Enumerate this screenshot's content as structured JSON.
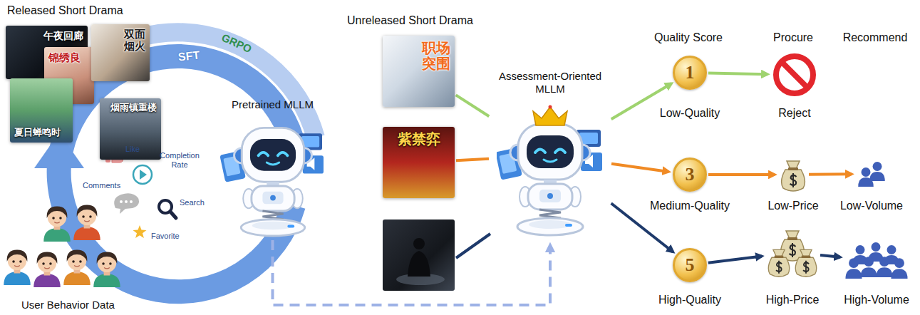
{
  "diagram": {
    "nodes": [
      {
        "text": [
          "午夜回廊"
        ]
      },
      {
        "text": [
          "锦绣良"
        ]
      },
      {
        "text": [
          "双面烟火"
        ]
      },
      {
        "text": [
          "夏日蝉鸣时"
        ]
      },
      {
        "text": [
          "烟雨镇重楼"
        ]
      },
      {
        "text": [
          "Pretrained MLLM"
        ]
      },
      {
        "text": [
          "职场突围"
        ]
      },
      {
        "text": [
          "紫禁弈"
        ]
      },
      {
        "text": [
          "Assessment-Oriented MLLM"
        ]
      },
      {
        "text": [
          "1",
          "Low-Quality"
        ]
      },
      {
        "text": [
          "Reject"
        ]
      },
      {
        "text": [
          "3",
          "Medium-Quality"
        ]
      },
      {
        "text": [
          "Low-Price"
        ]
      },
      {
        "text": [
          "Low-Volume"
        ]
      },
      {
        "text": [
          "5",
          "High-Quality"
        ]
      },
      {
        "text": [
          "High-Price"
        ]
      },
      {
        "text": [
          "High-Volume"
        ]
      }
    ],
    "edges": [
      {
        "from": 6,
        "to": 8,
        "arrow": "none"
      },
      {
        "from": 7,
        "to": 8,
        "arrow": "none"
      },
      {
        "from": 8,
        "to": 9,
        "arrow": "to"
      },
      {
        "from": 8,
        "to": 11,
        "arrow": "to"
      },
      {
        "from": 8,
        "to": 14,
        "arrow": "to"
      },
      {
        "from": 9,
        "to": 10,
        "arrow": "to"
      },
      {
        "from": 11,
        "to": 12,
        "arrow": "to"
      },
      {
        "from": 12,
        "to": 13,
        "arrow": "to"
      },
      {
        "from": 14,
        "to": 15,
        "arrow": "to"
      },
      {
        "from": 15,
        "to": 16,
        "arrow": "to"
      },
      {
        "from": 5,
        "to": 8,
        "arrow": "to"
      }
    ],
    "labels": [
      "Released Short Drama",
      "SFT",
      "GRPO",
      "Like",
      "Completion Rate",
      "Comments",
      "Search",
      "Favorite",
      "User Behavior Data",
      "Unreleased Short Drama",
      "Quality Score",
      "Procure",
      "Recommend"
    ]
  }
}
